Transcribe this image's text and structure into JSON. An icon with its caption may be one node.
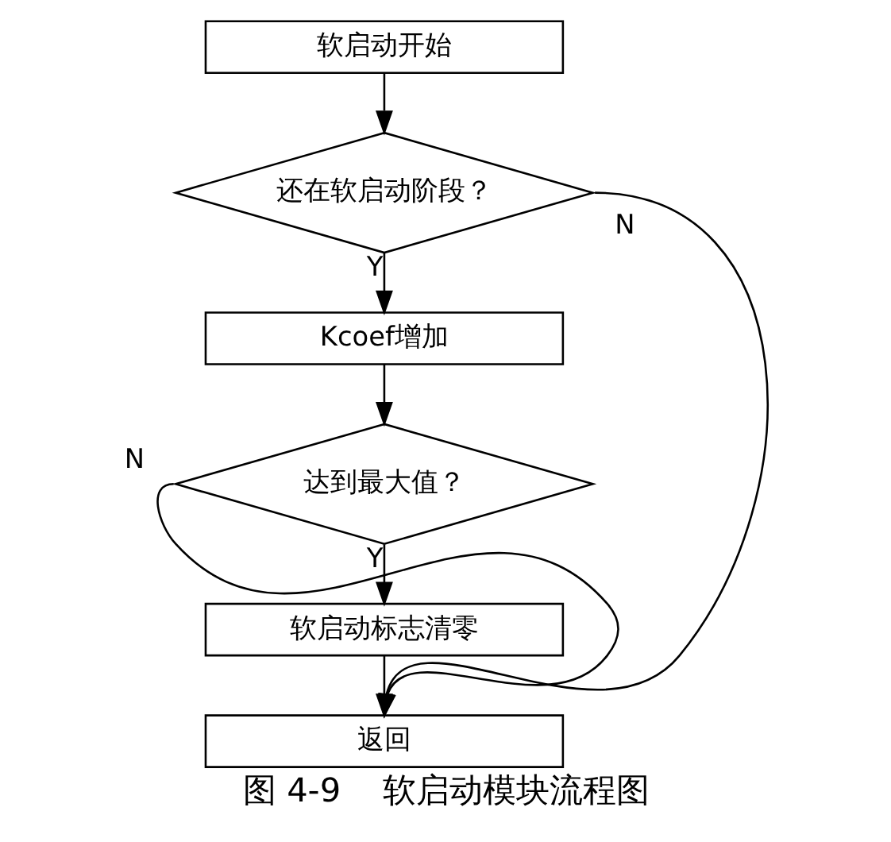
{
  "diagram": {
    "caption": "图 4-9    软启动模块流程图",
    "nodes": [
      {
        "text": [
          "软启动开始"
        ]
      },
      {
        "text": [
          "还在软启动阶段？"
        ]
      },
      {
        "text": [
          "Kcoef增加"
        ]
      },
      {
        "text": [
          "达到最大值？"
        ]
      },
      {
        "text": [
          "软启动标志清零"
        ]
      },
      {
        "text": [
          "返回"
        ]
      }
    ],
    "edges": [
      {
        "from": 0,
        "to": 1,
        "arrow": "to"
      },
      {
        "from": 1,
        "to": 2,
        "arrow": "to",
        "label": "Y"
      },
      {
        "from": 2,
        "to": 3,
        "arrow": "to"
      },
      {
        "from": 3,
        "to": 4,
        "arrow": "to",
        "label": "Y"
      },
      {
        "from": 4,
        "to": 5,
        "arrow": "to"
      },
      {
        "from": 3,
        "to": 5,
        "arrow": "to",
        "label": "N"
      },
      {
        "from": 1,
        "to": 5,
        "arrow": "to",
        "label": "N"
      }
    ]
  }
}
